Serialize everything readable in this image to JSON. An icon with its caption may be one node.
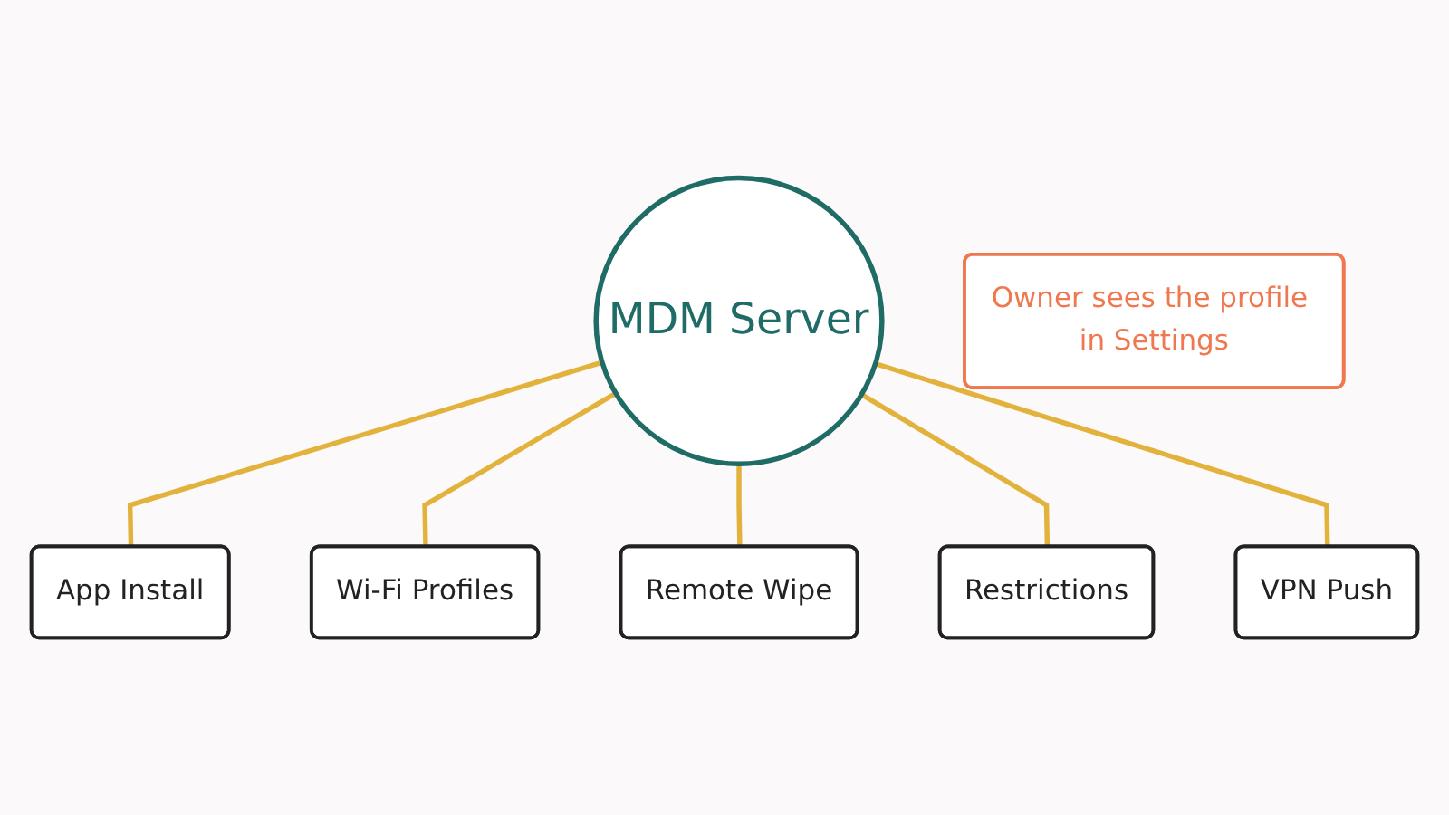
{
  "diagram": {
    "nodes": [
      {
        "text": [
          "App Install"
        ]
      },
      {
        "text": [
          "Wi-Fi Profiles"
        ]
      },
      {
        "text": [
          "MDM Server"
        ]
      },
      {
        "text": [
          "Remote Wipe"
        ]
      },
      {
        "text": [
          "Restrictions"
        ]
      },
      {
        "text": [
          "VPN Push"
        ]
      },
      {
        "text": [
          "Owner sees the profile in Settings"
        ]
      }
    ],
    "edges": [
      {
        "from": 2,
        "to": 0,
        "arrow": "none"
      },
      {
        "from": 2,
        "to": 1,
        "arrow": "none"
      },
      {
        "from": 2,
        "to": 3,
        "arrow": "none"
      },
      {
        "from": 2,
        "to": 4,
        "arrow": "none"
      },
      {
        "from": 2,
        "to": 5,
        "arrow": "none"
      }
    ]
  }
}
